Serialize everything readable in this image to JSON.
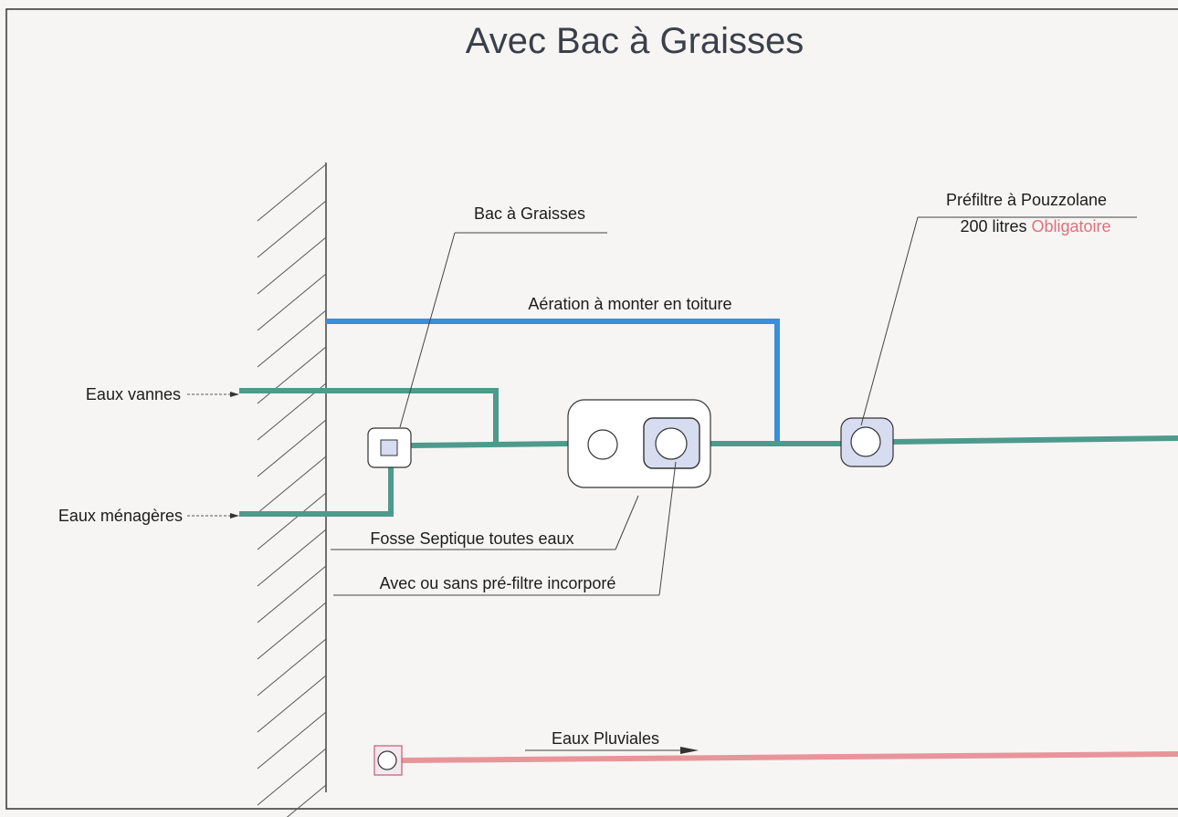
{
  "diagram": {
    "title": "Avec Bac à Graisses",
    "labels": {
      "eaux_vannes": "Eaux vannes",
      "eaux_menageres": "Eaux ménagères",
      "bac_a_graisses": "Bac à Graisses",
      "aeration": "Aération à monter en toiture",
      "prefiltre_line1": "Préfiltre à Pouzzolane",
      "prefiltre_line2_prefix": "200 litres",
      "prefiltre_line2_emphasis": "Obligatoire",
      "fosse_septique": "Fosse Septique toutes eaux",
      "pre_filtre_incorpore": "Avec ou sans pré-filtre incorporé",
      "eaux_pluviales": "Eaux Pluviales"
    },
    "colors": {
      "wastewater_pipe": "#4e9a8c",
      "aeration_pipe": "#3a8fd8",
      "rainwater_pipe": "#e8959a",
      "emphasis_text": "#e0707a",
      "component_fill": "#d8dcf0",
      "wall_hatch": "#444444"
    }
  }
}
